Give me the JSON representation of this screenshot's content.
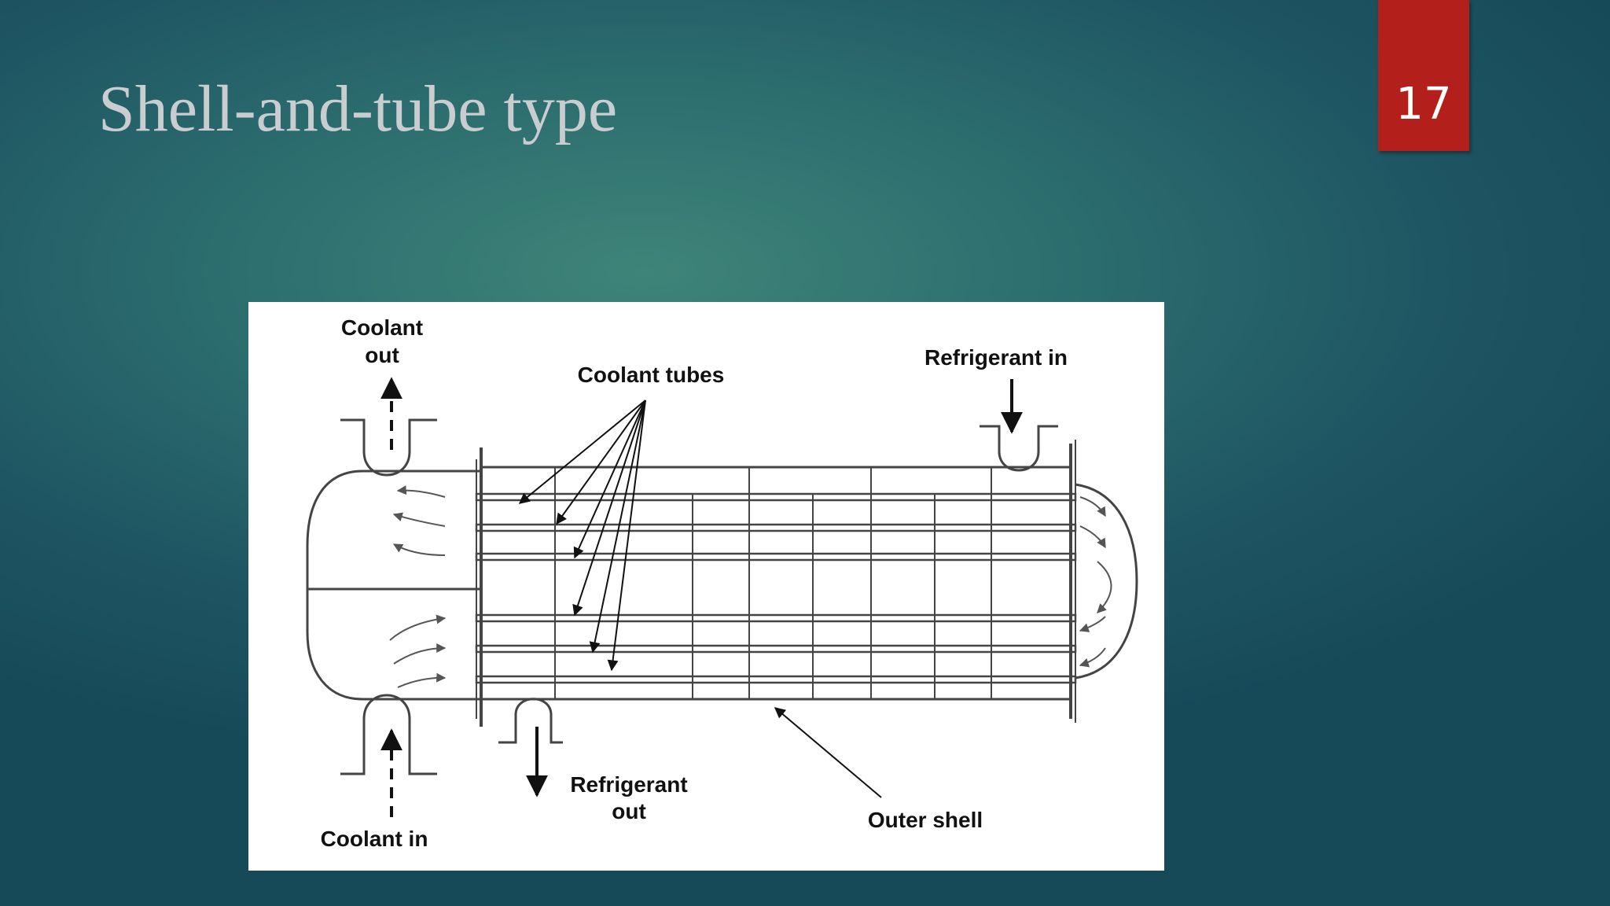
{
  "slide": {
    "title": "Shell-and-tube type",
    "page_number": "17"
  },
  "diagram": {
    "labels": {
      "coolant_out_line1": "Coolant",
      "coolant_out_line2": "out",
      "coolant_tubes": "Coolant tubes",
      "refrigerant_in": "Refrigerant in",
      "refrigerant_out_line1": "Refrigerant",
      "refrigerant_out_line2": "out",
      "outer_shell": "Outer shell",
      "coolant_in": "Coolant in"
    },
    "colors": {
      "badge": "#b3201c",
      "line": "#444444"
    }
  }
}
